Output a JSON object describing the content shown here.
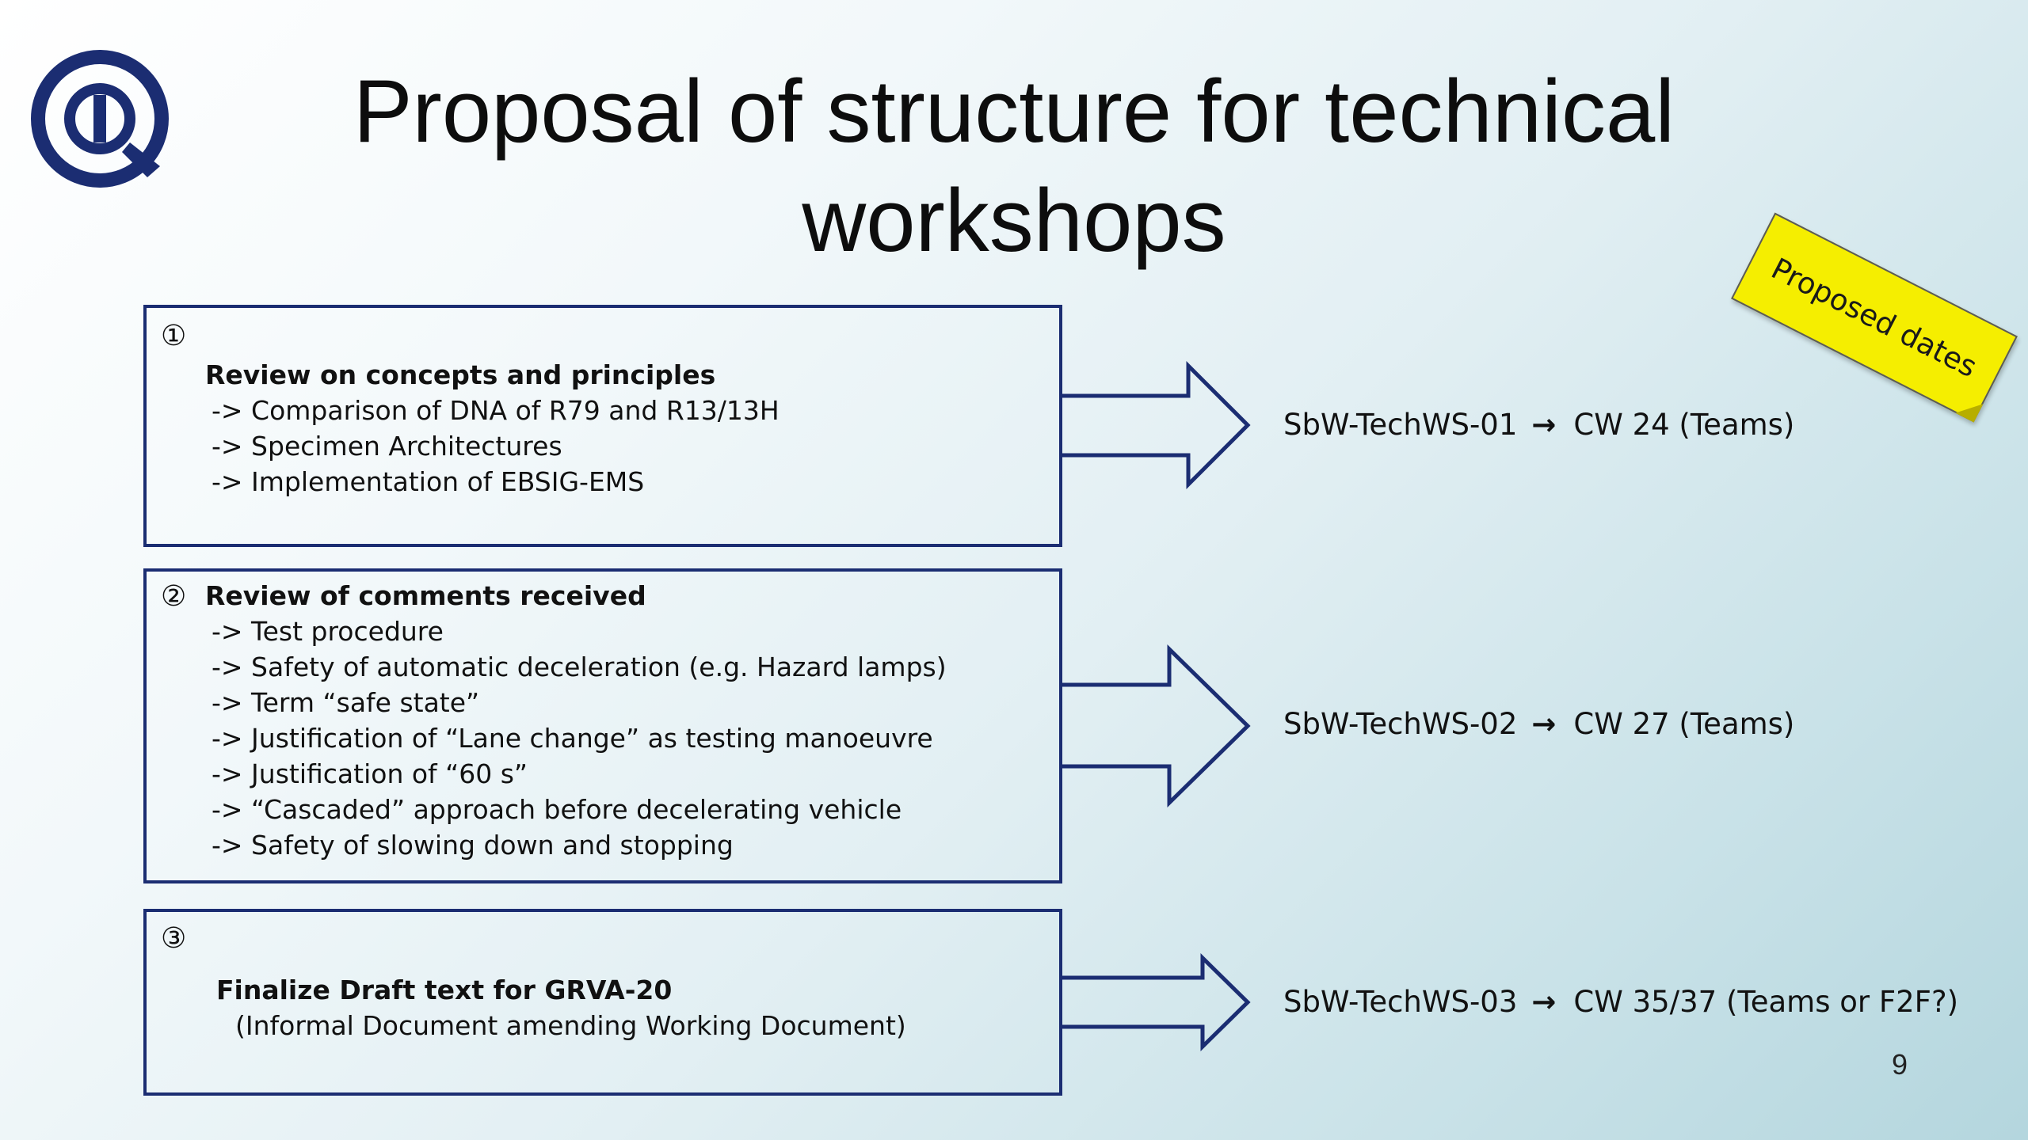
{
  "slide": {
    "title_line1": "Proposal of structure for technical",
    "title_line2": "workshops",
    "sticky_note": "Proposed dates",
    "page_number": "9"
  },
  "workshops": [
    {
      "marker": "①",
      "heading": "Review on concepts and principles",
      "items": [
        "-> Comparison of DNA of R79 and R13/13H",
        "-> Specimen Architectures",
        "-> Implementation of EBSIG-EMS"
      ],
      "session": "SbW-TechWS-01",
      "arrow": "→",
      "date": "CW 24  (Teams)"
    },
    {
      "marker": "②",
      "heading": "Review of comments received",
      "items": [
        "-> Test procedure",
        "-> Safety of automatic deceleration (e.g. Hazard lamps)",
        "-> Term “safe state”",
        "-> Justification of “Lane change” as testing manoeuvre",
        "-> Justification of “60 s”",
        "-> “Cascaded” approach before decelerating vehicle",
        "-> Safety of slowing down and stopping"
      ],
      "session": "SbW-TechWS-02",
      "arrow": "→",
      "date": "CW 27  (Teams)"
    },
    {
      "marker": "③",
      "heading": "Finalize Draft text for GRVA-20",
      "subtext": "(Informal Document amending Working Document)",
      "session": "SbW-TechWS-03",
      "arrow": "→",
      "date": "CW 35/37  (Teams or F2F?)"
    }
  ],
  "colors": {
    "box_border": "#1b2d72",
    "logo": "#1b2d72",
    "sticky_note": "#f5ee00"
  }
}
